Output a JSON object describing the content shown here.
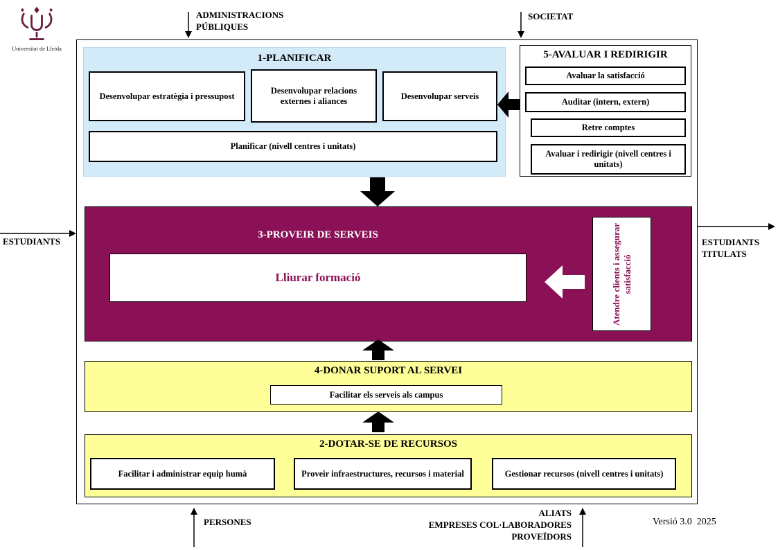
{
  "colors": {
    "planificar_bg": "#d3eaf9",
    "proveir_bg": "#8b1156",
    "support_bg": "#ffff99",
    "accent_text": "#8b1156"
  },
  "logo": {
    "caption": "Universitat de Lleida"
  },
  "externals": {
    "administracions": "ADMINISTRACIONS\nPÚBLIQUES",
    "societat": "SOCIETAT",
    "estudiants": "ESTUDIANTS",
    "estudiants_titulats": "ESTUDIANTS\nTITULATS",
    "persones": "PERSONES",
    "aliats": "ALIATS\nEMPRESES COL·LABORADORES\nPROVEÏDORS"
  },
  "planificar": {
    "title": "1-PLANIFICAR",
    "items": [
      "Desenvolupar estratègia i pressupost",
      "Desenvolupar relacions externes i aliances",
      "Desenvolupar serveis"
    ],
    "wide_item": "Planificar (nivell centres i unitats)"
  },
  "avaluar": {
    "title": "5-AVALUAR I REDIRIGIR",
    "items": [
      "Avaluar la satisfacció",
      "Auditar (intern, extern)",
      "Retre comptes",
      "Avaluar i redirigir (nivell centres i unitats)"
    ]
  },
  "proveir": {
    "title": "3-PROVEIR DE SERVEIS",
    "main_item": "Lliurar formació",
    "side_item": "Atendre clients i assegurar satisfacció"
  },
  "suport": {
    "title": "4-DONAR SUPORT AL SERVEI",
    "item": "Facilitar els serveis als campus"
  },
  "recursos": {
    "title": "2-DOTAR-SE DE RECURSOS",
    "items": [
      "Facilitar i administrar equip humà",
      "Proveir infraestructures, recursos i material",
      "Gestionar recursos (nivell centres i unitats)"
    ]
  },
  "footer": {
    "version": "Versió 3.0  2025"
  }
}
